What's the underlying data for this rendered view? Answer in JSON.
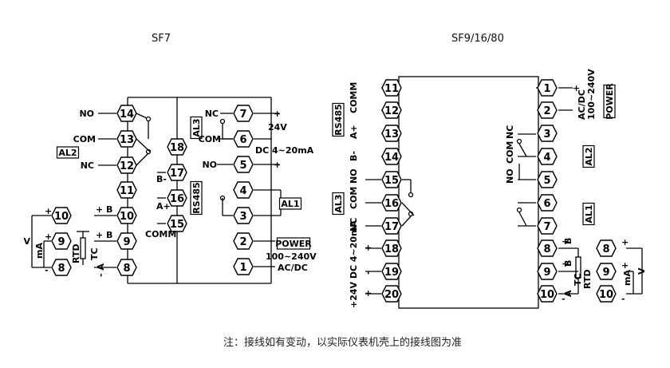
{
  "sf7": {
    "title": "SF7",
    "terminals": [
      "1",
      "2",
      "3",
      "4",
      "5",
      "6",
      "7",
      "8",
      "9",
      "10",
      "11",
      "12",
      "13",
      "14",
      "15",
      "16",
      "17",
      "18"
    ],
    "labels": {
      "no_top": "NO",
      "com": "COM",
      "nc": "NC",
      "al2": "AL2",
      "b_plus": "+ B",
      "b2": "+ B",
      "minus_a": "- A",
      "rtd": "RTD",
      "tc": "TC",
      "v": "V",
      "ma": "mA",
      "plus": "+",
      "minus": "-",
      "b_minus": "B-",
      "a_plus": "A+",
      "comm": "COMM",
      "rs485": "RS485",
      "al3": "AL3",
      "nc_al3": "NC",
      "com_al3": "COM",
      "no_al3": "NO",
      "v24": "24V",
      "dc": "DC 4~20mA",
      "plus_out": "+",
      "al1": "AL1",
      "power": "POWER",
      "voltage": "100~240V",
      "acdc": "AC/DC"
    }
  },
  "sf9": {
    "title": "SF9/16/80",
    "terminals": [
      "1",
      "2",
      "3",
      "4",
      "5",
      "6",
      "7",
      "8",
      "9",
      "10",
      "11",
      "12",
      "13",
      "14",
      "15",
      "16",
      "17",
      "18",
      "19",
      "20"
    ],
    "labels": {
      "rs485": "RS485",
      "comm": "COMM",
      "a_plus": "A+",
      "b_minus": "B-",
      "al3": "AL3",
      "no": "NO",
      "com": "COM",
      "nc": "NC",
      "dc_out": "+24V DC 4~20mA",
      "plus": "+",
      "minus": "-",
      "acdc": "AC/DC",
      "voltage": "100~240V",
      "power": "POWER",
      "al2": "AL2",
      "nc2": "NC",
      "com2": "COM",
      "no2": "NO",
      "al1": "AL1",
      "b": "B",
      "a": "A",
      "rtd": "RTD",
      "tc": "TC",
      "ma": "mA",
      "v": "V"
    }
  },
  "note": "注：接线如有变动，以实际仪表机壳上的接线图为准"
}
